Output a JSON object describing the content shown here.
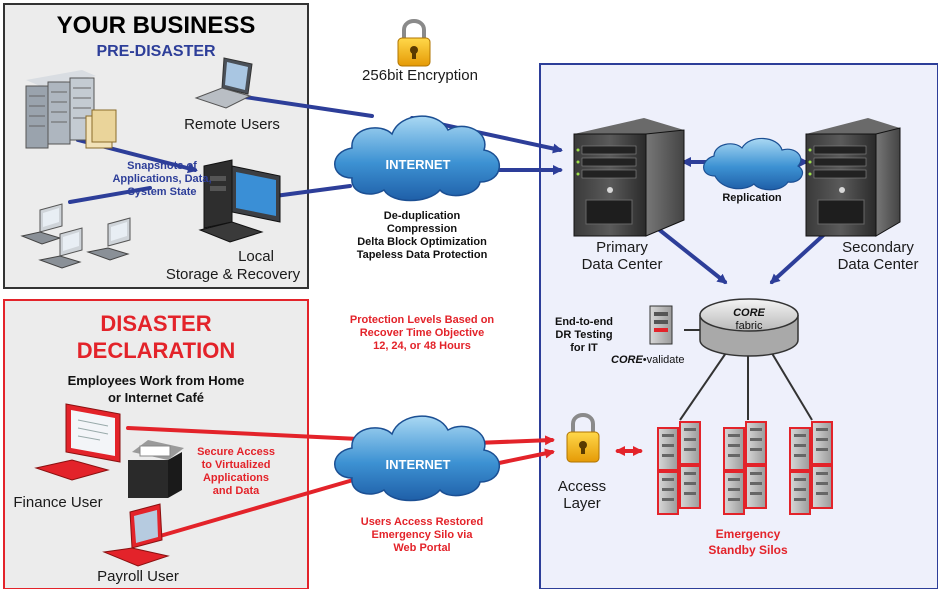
{
  "business": {
    "title": "YOUR BUSINESS",
    "subtitle": "PRE-DISASTER",
    "remote_users": "Remote Users",
    "snapshots": [
      "Snapshots of",
      "Applications, Data,",
      "System State"
    ],
    "local_storage": [
      "Local",
      "Storage & Recovery"
    ]
  },
  "encryption": "256bit Encryption",
  "internet_top": "INTERNET",
  "internet_bottom": "INTERNET",
  "features": [
    "De-duplication",
    "Compression",
    "Delta Block Optimization",
    "Tapeless Data Protection"
  ],
  "protection": [
    "Protection Levels Based on",
    "Recover Time Objective",
    "12, 24, or 48 Hours"
  ],
  "datacenter": {
    "primary": [
      "Primary",
      "Data Center"
    ],
    "secondary": [
      "Secondary",
      "Data Center"
    ],
    "replication": "Replication",
    "core_brand": "CORE",
    "core_fabric": "fabric",
    "dr_testing": [
      "End-to-end",
      "DR Testing",
      "for IT"
    ],
    "core_validate_brand": "CORE",
    "core_validate_rest": "•validate",
    "access_layer": [
      "Access",
      "Layer"
    ],
    "silos": [
      "Emergency",
      "Standby Silos"
    ]
  },
  "disaster": {
    "title": [
      "DISASTER",
      "DECLARATION"
    ],
    "subtitle": [
      "Employees Work from Home",
      "or Internet Café"
    ],
    "finance_user": "Finance User",
    "payroll_user": "Payroll User",
    "secure_access": [
      "Secure Access",
      "to Virtualized",
      "Applications",
      "and Data"
    ]
  },
  "restored": [
    "Users Access Restored",
    "Emergency Silo via",
    "Web Portal"
  ],
  "colors": {
    "blue": "#2d3e99",
    "red": "#e3232a",
    "panel": "#ececec",
    "datacenter_bg": "#eef0fb"
  }
}
